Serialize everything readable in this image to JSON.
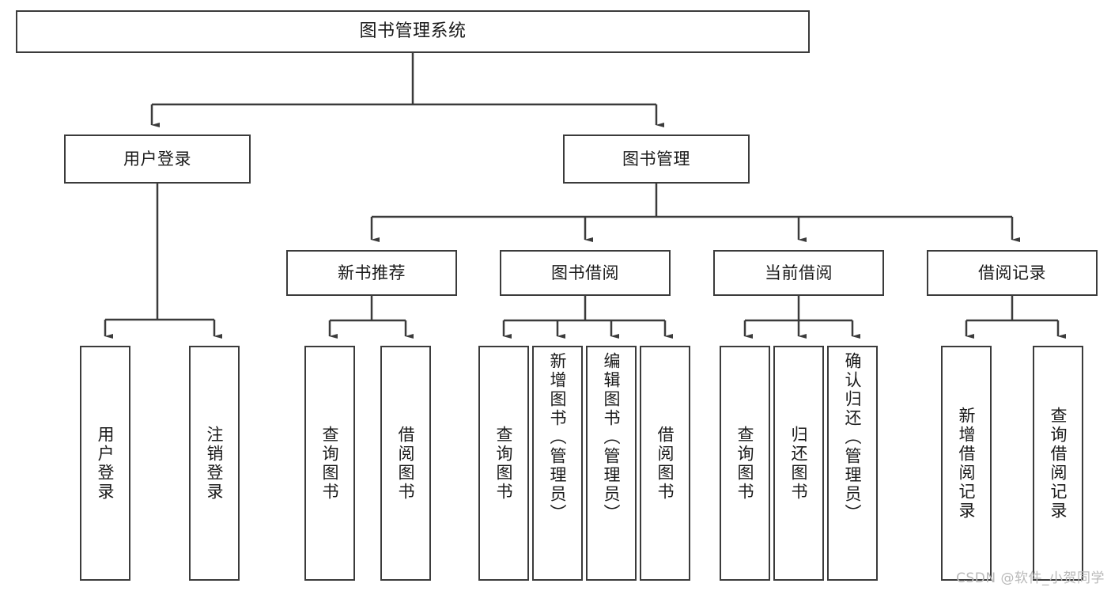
{
  "diagram": {
    "title": "图书管理系统",
    "type": "tree",
    "watermark": "CSDN @软件_小贺同学",
    "nodes": {
      "root": {
        "label": "图书管理系统"
      },
      "level2": [
        {
          "id": "user-login",
          "label": "用户登录"
        },
        {
          "id": "book-manage",
          "label": "图书管理"
        }
      ],
      "level3": [
        {
          "id": "new-book-recommend",
          "label": "新书推荐"
        },
        {
          "id": "book-borrow",
          "label": "图书借阅"
        },
        {
          "id": "current-borrow",
          "label": "当前借阅"
        },
        {
          "id": "borrow-record",
          "label": "借阅记录"
        }
      ],
      "leaves": {
        "user_login": [
          {
            "id": "leaf-user-login",
            "label": "用户登录"
          },
          {
            "id": "leaf-logout-login",
            "label": "注销登录"
          }
        ],
        "new_book_recommend": [
          {
            "id": "leaf-query-book-1",
            "label": "查询图书"
          },
          {
            "id": "leaf-borrow-book-1",
            "label": "借阅图书"
          }
        ],
        "book_borrow": [
          {
            "id": "leaf-query-book-2",
            "label": "查询图书"
          },
          {
            "id": "leaf-add-book",
            "label": "新增图书（管理员）"
          },
          {
            "id": "leaf-edit-book",
            "label": "编辑图书（管理员）"
          },
          {
            "id": "leaf-borrow-book-2",
            "label": "借阅图书"
          }
        ],
        "current_borrow": [
          {
            "id": "leaf-query-book-3",
            "label": "查询图书"
          },
          {
            "id": "leaf-return-book",
            "label": "归还图书"
          },
          {
            "id": "leaf-confirm-return",
            "label": "确认归还（管理员）"
          }
        ],
        "borrow_record": [
          {
            "id": "leaf-add-record",
            "label": "新增借阅记录"
          },
          {
            "id": "leaf-query-record",
            "label": "查询借阅记录"
          }
        ]
      }
    }
  }
}
